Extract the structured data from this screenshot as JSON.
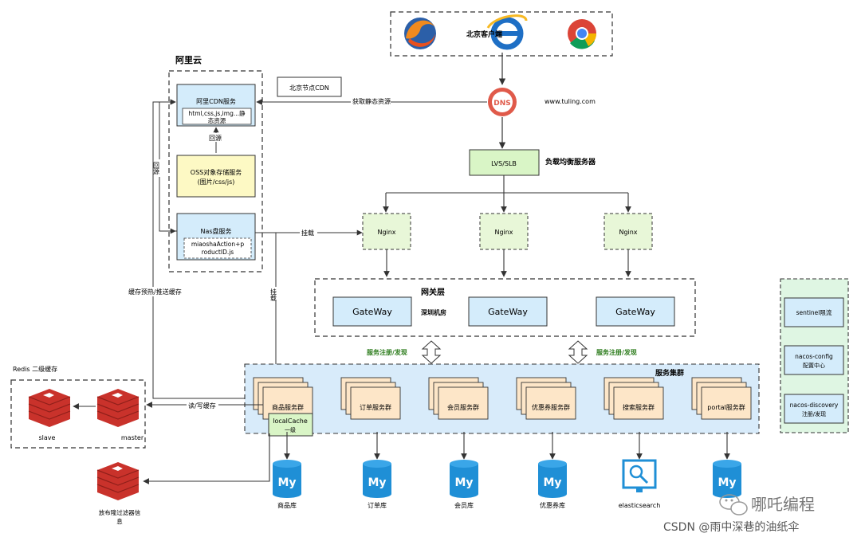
{
  "client": {
    "label": "北京客户端"
  },
  "dns": {
    "label": "DNS",
    "domain": "www.tuling.com"
  },
  "aliyun": {
    "title": "阿里云",
    "cdn_service": "阿里CDN服务",
    "cdn_content": [
      "html,css,js,img...静",
      "态资源"
    ],
    "oss": [
      "OSS对象存储服务",
      "(图片/css/js)"
    ],
    "nas": "Nas盘服务",
    "nas_file": [
      "miaoshaAction+p",
      "roductID.js"
    ]
  },
  "beijing_cdn": "北京节点CDN",
  "edge_labels": {
    "fetch_static": "获取静态资源",
    "back_source_1": "回源",
    "back_source_2": "回源",
    "mount_1": "挂载",
    "mount_2": "挂载",
    "cache_preheat": "缓存预热/推送缓存",
    "rw_cache": "读/写缓存",
    "reg_left": "服务注册/发现",
    "reg_right": "服务注册/发现"
  },
  "lb": {
    "label": "LVS/SLB",
    "title": "负载均衡服务器"
  },
  "nginx": [
    "Nginx",
    "Nginx",
    "Nginx"
  ],
  "gateway_layer": {
    "title": "网关层",
    "room": "深圳机房",
    "gateways": [
      "GateWay",
      "GateWay",
      "GateWay"
    ]
  },
  "services": {
    "title": "服务集群",
    "items": [
      "商品服务群",
      "订单服务群",
      "会员服务群",
      "优惠券服务群",
      "搜索服务群",
      "portal服务群"
    ],
    "local_cache": [
      "localCache",
      "一级"
    ]
  },
  "redis": {
    "title": "Redis 二级缓存",
    "slave": "slave",
    "master": "master",
    "bloom": [
      "放布隆过滤器信",
      "息"
    ]
  },
  "databases": [
    "商品库",
    "订单库",
    "会员库",
    "优惠券库",
    "elasticsearch",
    ""
  ],
  "nacos": [
    {
      "lines": [
        "sentinel限流"
      ]
    },
    {
      "lines": [
        "nacos-config",
        "配置中心"
      ]
    },
    {
      "lines": [
        "nacos-discovery",
        "注册/发现"
      ]
    }
  ],
  "watermark": {
    "wechat": "哪吒编程",
    "csdn": "CSDN @雨中深巷的油纸伞"
  },
  "colors": {
    "green": "#d9f5c6",
    "blue": "#d4ecfb",
    "yellow": "#fdf9c4",
    "peach": "#fde6c8",
    "redis": "#c9322b",
    "mysql": "#1f8fd6",
    "green_text": "#2e7d1e",
    "nacos_bg": "#dff6e3",
    "service_bg": "#d8ebfa"
  }
}
